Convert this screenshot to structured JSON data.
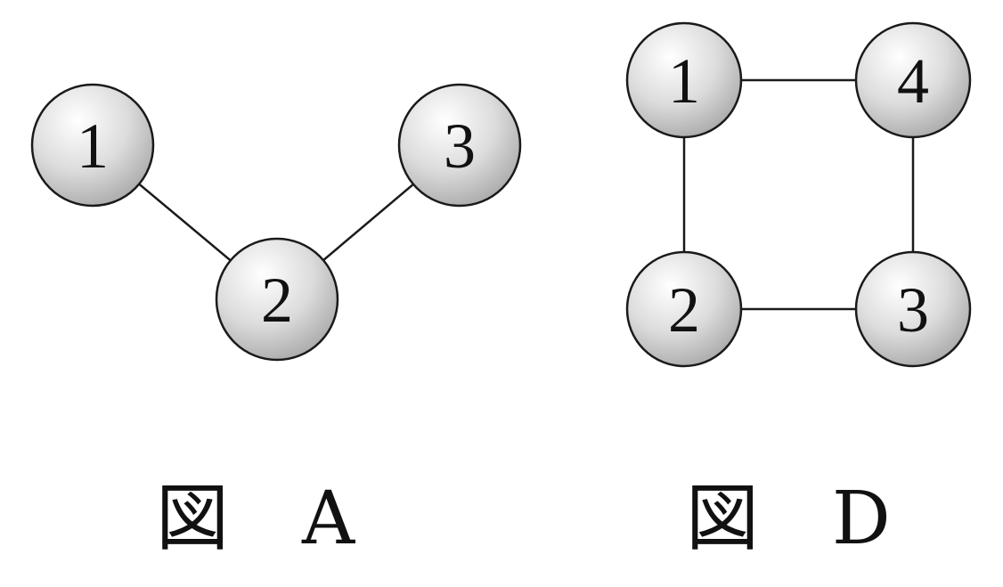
{
  "figures": [
    {
      "id": "A",
      "caption": "図　A",
      "nodes": [
        "1",
        "2",
        "3"
      ],
      "edges": [
        [
          "1",
          "2"
        ],
        [
          "2",
          "3"
        ]
      ]
    },
    {
      "id": "D",
      "caption": "図　D",
      "nodes": [
        "1",
        "4",
        "2",
        "3"
      ],
      "edges": [
        [
          "1",
          "4"
        ],
        [
          "1",
          "2"
        ],
        [
          "4",
          "3"
        ],
        [
          "2",
          "3"
        ]
      ]
    }
  ],
  "colors": {
    "line": "#1a1a1a",
    "node_fill_light": "#ffffff",
    "node_fill_dark": "#b5b5b5"
  }
}
